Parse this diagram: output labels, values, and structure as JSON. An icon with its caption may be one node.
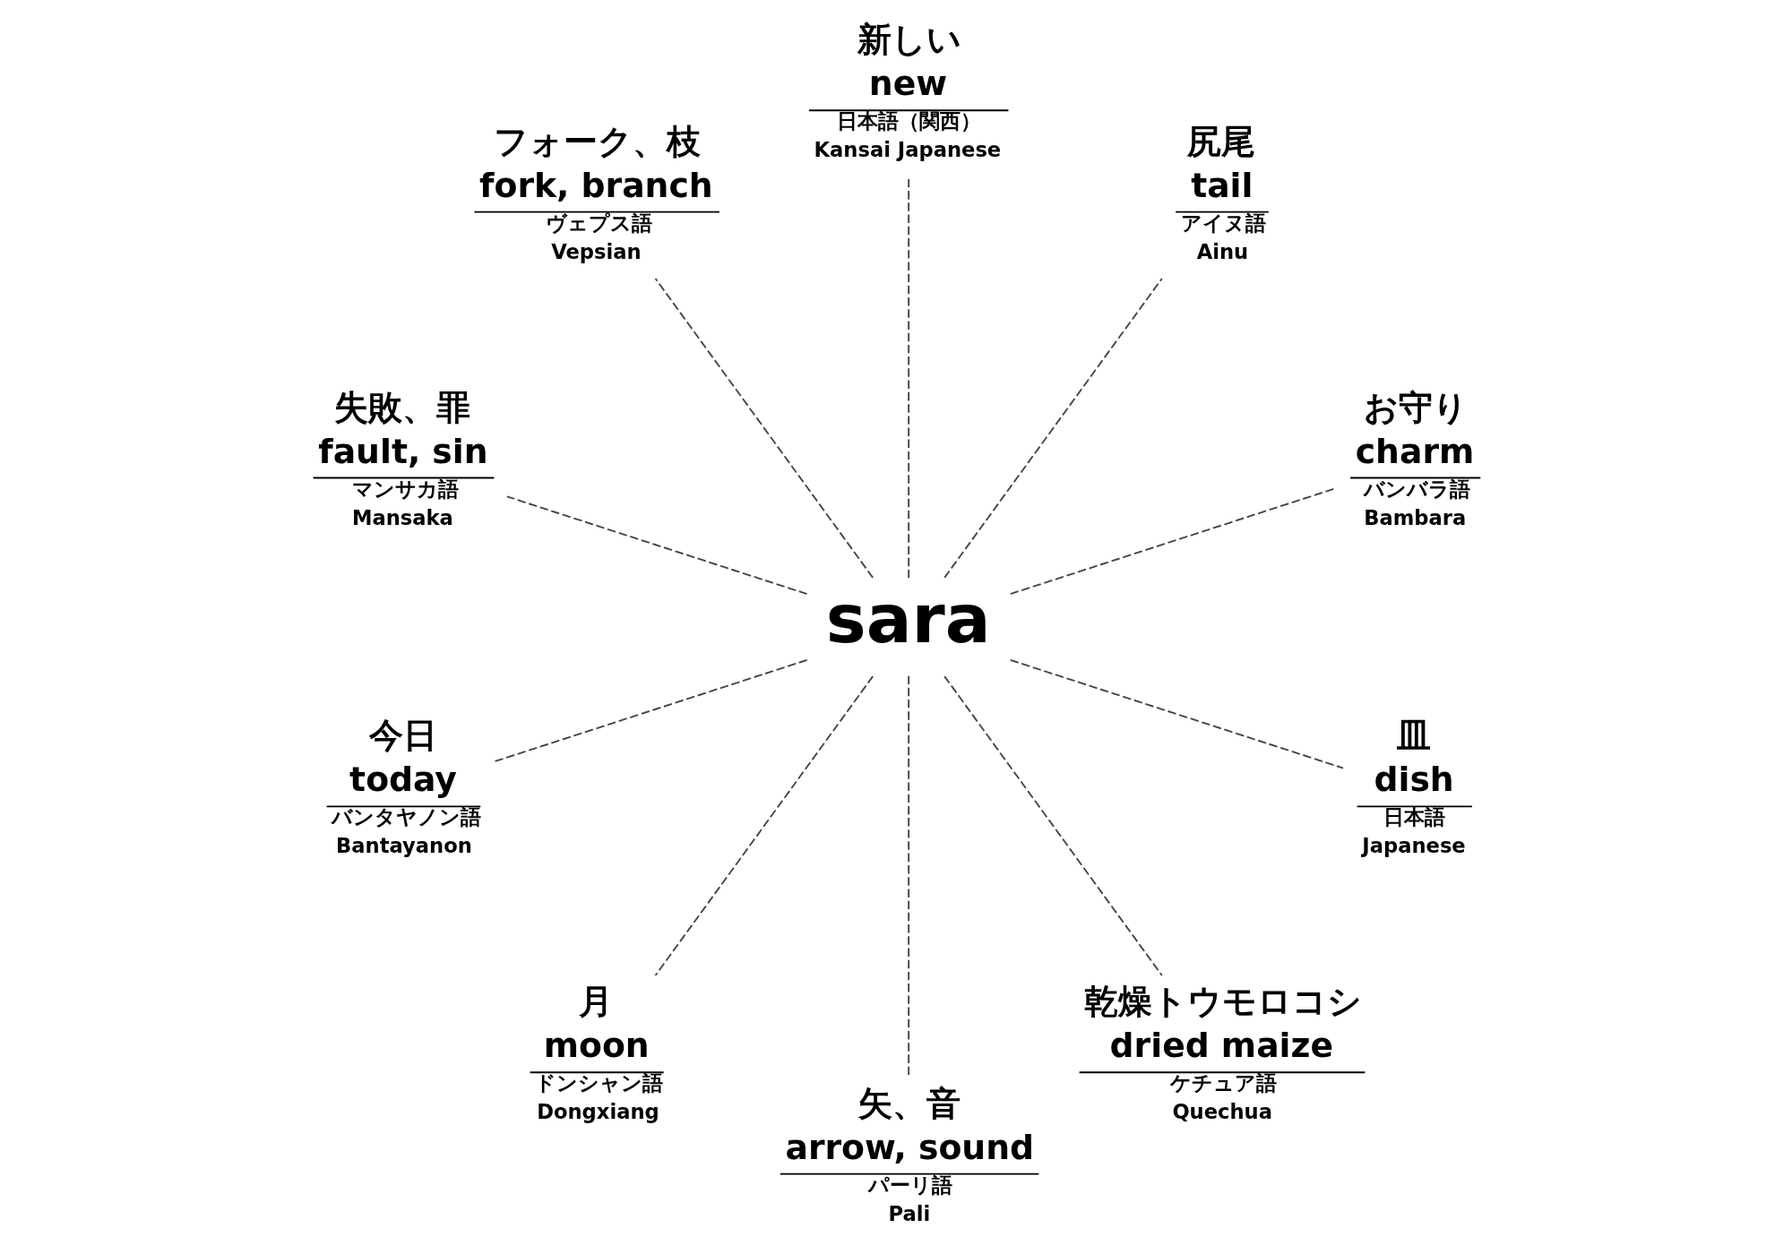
{
  "diagram": {
    "nodes": [
      {
        "text": [
          "お守り",
          "charm"
        ],
        "beside": [
          "バンバラ語",
          "Bambara"
        ]
      },
      {
        "text": [
          "尻尾",
          "tail"
        ],
        "beside": [
          "アイヌ語",
          "Ainu"
        ]
      },
      {
        "text": [
          "新しい",
          "new"
        ],
        "beside": [
          "日本語（関西）",
          "Kansai Japanese"
        ]
      },
      {
        "text": [
          "フォーク、枝",
          "fork, branch"
        ],
        "beside": [
          "ヴェプス語",
          "Vepsian"
        ]
      },
      {
        "text": [
          "失敗、罪",
          "fault, sin"
        ],
        "beside": [
          "マンサカ語",
          "Mansaka"
        ]
      },
      {
        "text": [
          "sara"
        ]
      },
      {
        "text": [
          "今日",
          "today"
        ],
        "beside": [
          "バンタヤノン語",
          "Bantayanon"
        ]
      },
      {
        "text": [
          "月",
          "moon"
        ],
        "beside": [
          "ドンシャン語",
          "Dongxiang"
        ]
      },
      {
        "text": [
          "矢、音",
          "arrow, sound"
        ],
        "beside": [
          "パーリ語",
          "Pali"
        ]
      },
      {
        "text": [
          "乾燥トウモロコシ",
          "dried maize"
        ],
        "beside": [
          "ケチュア語",
          "Quechua"
        ]
      },
      {
        "text": [
          "皿",
          "dish"
        ],
        "beside": [
          "日本語",
          "Japanese"
        ]
      }
    ],
    "edges": [
      {
        "from": 5,
        "to": 0,
        "arrow": "none",
        "style": "dashed"
      },
      {
        "from": 5,
        "to": 2,
        "arrow": "none",
        "style": "dashed"
      },
      {
        "from": 5,
        "to": 4,
        "arrow": "none",
        "style": "dashed"
      },
      {
        "from": 5,
        "to": 7,
        "arrow": "none",
        "style": "dashed"
      },
      {
        "from": 5,
        "to": 9,
        "arrow": "none",
        "style": "dashed"
      },
      {
        "from": 5,
        "to": 10,
        "arrow": "none",
        "style": "dashed"
      },
      {
        "from": 5,
        "to": 8,
        "arrow": "none",
        "style": "dashed"
      },
      {
        "from": 5,
        "to": 6,
        "arrow": "none",
        "style": "dashed"
      },
      {
        "from": 5,
        "to": 3,
        "arrow": "none",
        "style": "dashed"
      },
      {
        "from": 5,
        "to": 1,
        "arrow": "none",
        "style": "dashed"
      }
    ]
  }
}
